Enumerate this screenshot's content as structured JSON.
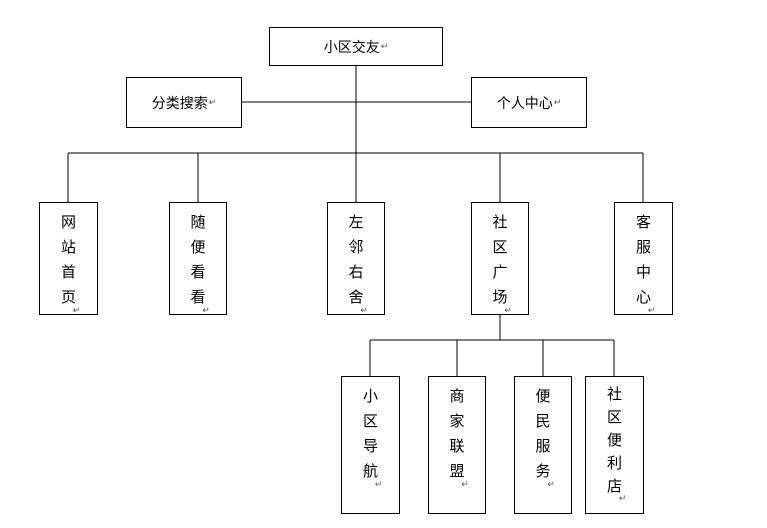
{
  "root": {
    "label": "小区交友",
    "mark": "↵"
  },
  "side_left": {
    "label": "分类搜索",
    "mark": "↵"
  },
  "side_right": {
    "label": "个人中心",
    "mark": "↵"
  },
  "level2": [
    {
      "chars": [
        "网",
        "站",
        "首",
        "页"
      ],
      "mark": "↵"
    },
    {
      "chars": [
        "随",
        "便",
        "看",
        "看"
      ],
      "mark": "↵"
    },
    {
      "chars": [
        "左",
        "邻",
        "右",
        "舍"
      ],
      "mark": "↵"
    },
    {
      "chars": [
        "社",
        "区",
        "广",
        "场"
      ],
      "mark": "↵"
    },
    {
      "chars": [
        "客",
        "服",
        "中",
        "心"
      ],
      "mark": "↵"
    }
  ],
  "level3": [
    {
      "chars": [
        "小",
        "区",
        "导",
        "航"
      ],
      "mark": "↵"
    },
    {
      "chars": [
        "商",
        "家",
        "联",
        "盟"
      ],
      "mark": "↵"
    },
    {
      "chars": [
        "便",
        "民",
        "服",
        "务"
      ],
      "mark": "↵"
    },
    {
      "chars": [
        "社",
        "区",
        "便",
        "利",
        "店"
      ],
      "mark": "↵"
    }
  ]
}
